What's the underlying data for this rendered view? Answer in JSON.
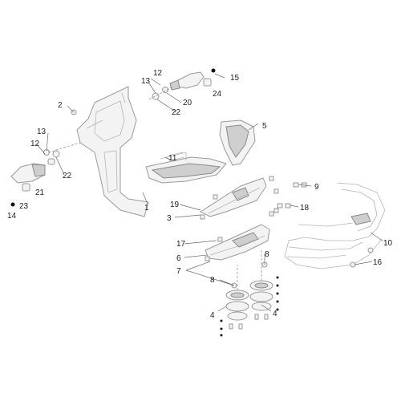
{
  "callouts": {
    "c1": "1",
    "c2": "2",
    "c3": "3",
    "c4a": "4",
    "c4b": "4",
    "c5": "5",
    "c6": "6",
    "c7": "7",
    "c8a": "8",
    "c8b": "8",
    "c9": "9",
    "c10": "10",
    "c11": "11",
    "c12a": "12",
    "c12b": "12",
    "c13a": "13",
    "c13b": "13",
    "c14": "14",
    "c15": "15",
    "c16": "16",
    "c17": "17",
    "c18": "18",
    "c19": "19",
    "c20": "20",
    "c21": "21",
    "c22a": "22",
    "c22b": "22",
    "c23": "23",
    "c24": "24"
  }
}
